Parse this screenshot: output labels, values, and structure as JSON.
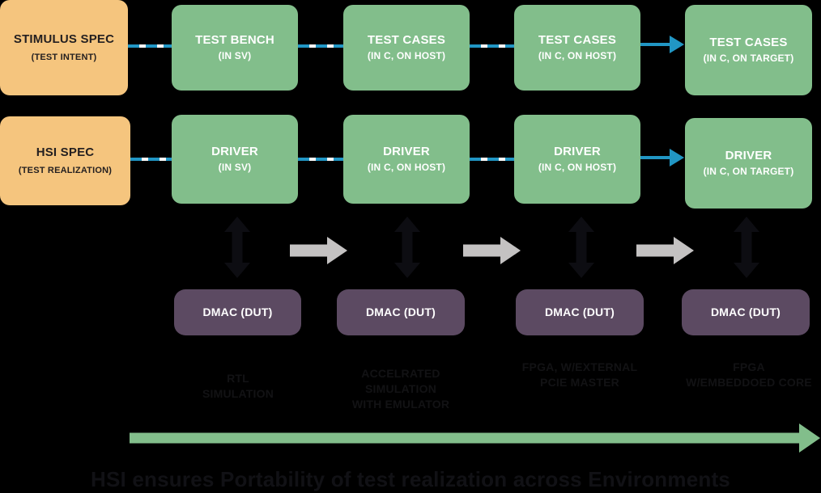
{
  "diagram": {
    "background_color": "#000000",
    "colors": {
      "spec_box": "#F5C57E",
      "stage_box": "#82BE8B",
      "dut_box": "#5C4A62",
      "link": "#2196C4",
      "gray_arrow": "#C4C2C2",
      "faded_text": "#121214"
    },
    "spec_boxes": [
      {
        "title": "STIMULUS SPEC",
        "subtitle": "(TEST INTENT)"
      },
      {
        "title": "HSI SPEC",
        "subtitle": "(TEST REALIZATION)"
      }
    ],
    "row_testcases": [
      {
        "title": "TEST BENCH",
        "subtitle": "(IN SV)"
      },
      {
        "title": "TEST CASES",
        "subtitle": "(IN C, ON HOST)"
      },
      {
        "title": "TEST CASES",
        "subtitle": "(IN C, ON HOST)"
      },
      {
        "title": "TEST CASES",
        "subtitle": "(IN C, ON TARGET)"
      }
    ],
    "row_drivers": [
      {
        "title": "DRIVER",
        "subtitle": "(IN SV)"
      },
      {
        "title": "DRIVER",
        "subtitle": "(IN C, ON HOST)"
      },
      {
        "title": "DRIVER",
        "subtitle": "(IN C, ON HOST)"
      },
      {
        "title": "DRIVER",
        "subtitle": "(IN C, ON TARGET)"
      }
    ],
    "dut_boxes": [
      {
        "title": "DMAC (DUT)"
      },
      {
        "title": "DMAC (DUT)"
      },
      {
        "title": "DMAC (DUT)"
      },
      {
        "title": "DMAC (DUT)"
      }
    ],
    "environment_labels": [
      "RTL\nSIMULATION",
      "ACCELRATED\nSIMULATION\nWITH EMULATOR",
      "FPGA, W/EXTERNAL\nPCIE MASTER",
      "FPGA\nW/EMBEDDOED CORE"
    ],
    "environment_labels_flat": [
      "RTL SIMULATION",
      "ACCELRATED SIMULATION WITH EMULATOR",
      "FPGA, W/EXTERNAL PCIE MASTER",
      "FPGA W/EMBEDDOED CORE"
    ],
    "caption": "HSI ensures Portability of test realization across Environments"
  }
}
